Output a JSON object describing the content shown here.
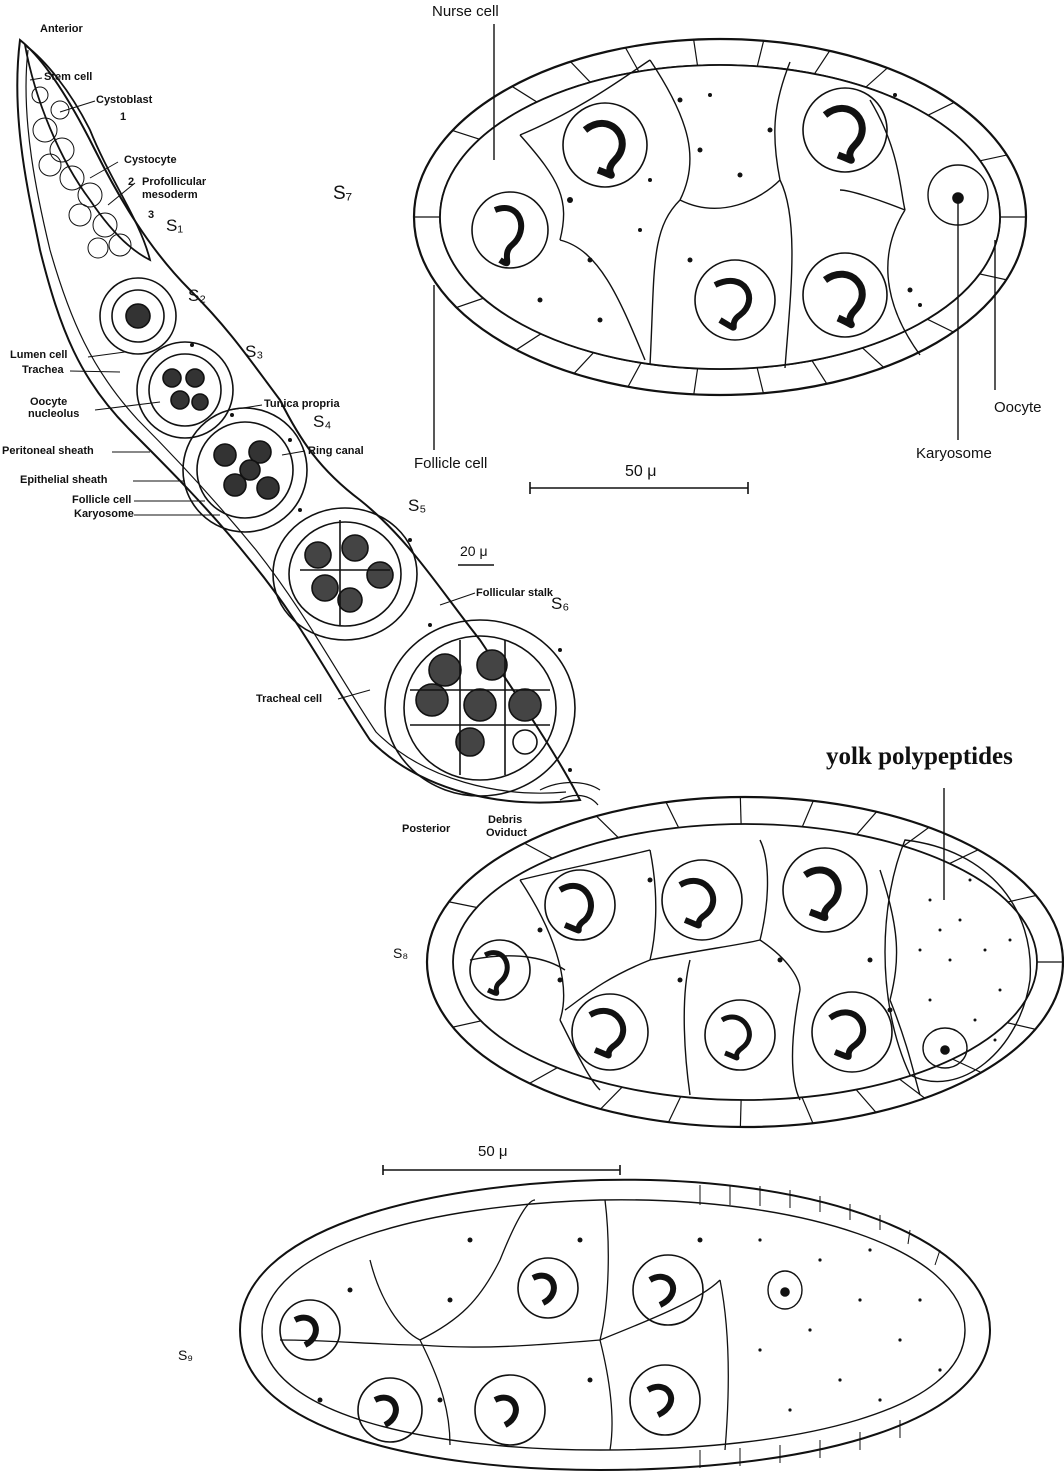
{
  "labels": {
    "anterior": "Anterior",
    "stem_cell": "Stem cell",
    "cystoblast": "Cystoblast",
    "cystocyte": "Cystocyte",
    "profollicular": "Profollicular",
    "mesoderm": "mesoderm",
    "num_1": "1",
    "num_2": "2",
    "num_3": "3",
    "lumen_cell": "Lumen cell",
    "trachea": "Trachea",
    "oocyte_nucleolus_1": "Oocyte",
    "oocyte_nucleolus_2": "nucleolus",
    "peritoneal_sheath": "Peritoneal sheath",
    "epithelial_sheath": "Epithelial sheath",
    "follicle_cell_small": "Follicle cell",
    "karyosome_small": "Karyosome",
    "tunica_propria": "Tunica propria",
    "ring_canal": "Ring canal",
    "follicular_stalk": "Follicular stalk",
    "tracheal_cell": "Tracheal cell",
    "posterior": "Posterior",
    "debris": "Debris",
    "oviduct": "Oviduct",
    "scale_20": "20 μ",
    "nurse_cell": "Nurse cell",
    "follicle_cell": "Follicle cell",
    "oocyte": "Oocyte",
    "karyosome": "Karyosome",
    "scale_50_top": "50 μ",
    "yolk": "yolk polypeptides",
    "scale_50_mid": "50 μ"
  },
  "stages": {
    "s1": "S₁",
    "s2": "S₂",
    "s3": "S₃",
    "s4": "S₄",
    "s5": "S₅",
    "s6": "S₆",
    "s7": "S₇",
    "s8": "S₈",
    "s9": "S₉"
  },
  "colors": {
    "ink": "#111111",
    "paper": "#ffffff"
  }
}
